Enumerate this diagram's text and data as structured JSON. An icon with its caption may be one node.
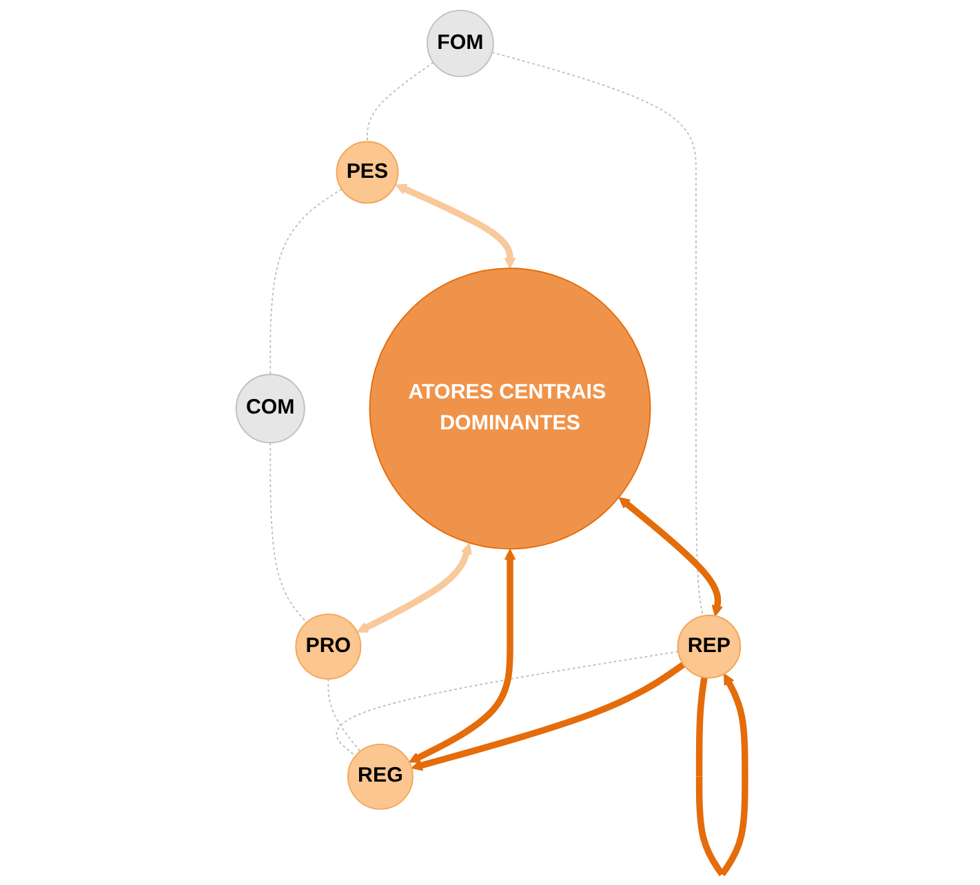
{
  "diagram": {
    "nodes": [
      {
        "text": [
          "FOM"
        ]
      },
      {
        "text": [
          "PES"
        ]
      },
      {
        "text": [
          "REP"
        ]
      },
      {
        "text": [
          "ATORES CENTRAIS DOMINANTES"
        ]
      },
      {
        "text": [
          "COM"
        ]
      },
      {
        "text": [
          "REG"
        ]
      },
      {
        "text": [
          "PRO"
        ]
      }
    ],
    "edges": [
      {
        "from": 0,
        "to": 1,
        "arrow": "none",
        "style": "dashed",
        "color": "#bfbfbf"
      },
      {
        "from": 0,
        "to": 2,
        "arrow": "none",
        "style": "dashed",
        "color": "#bfbfbf"
      },
      {
        "from": 1,
        "to": 4,
        "arrow": "none",
        "style": "dashed",
        "color": "#bfbfbf"
      },
      {
        "from": 2,
        "to": 5,
        "arrow": "none",
        "style": "dashed",
        "color": "#bfbfbf"
      },
      {
        "from": 4,
        "to": 6,
        "arrow": "none",
        "style": "dashed",
        "color": "#bfbfbf"
      },
      {
        "from": 6,
        "to": 5,
        "arrow": "none",
        "style": "dashed",
        "color": "#bfbfbf"
      },
      {
        "from": 1,
        "to": 3,
        "arrow": "both",
        "style": "thick",
        "color": "#f9c89b"
      },
      {
        "from": 3,
        "to": 2,
        "arrow": "both",
        "style": "thick",
        "color": "#e46c0a"
      },
      {
        "from": 3,
        "to": 5,
        "arrow": "both",
        "style": "thick",
        "color": "#e46c0a"
      },
      {
        "from": 3,
        "to": 6,
        "arrow": "both",
        "style": "thick",
        "color": "#f9c89b"
      },
      {
        "from": 2,
        "to": 2,
        "arrow": "to",
        "style": "thick",
        "color": "#e46c0a"
      },
      {
        "from": 2,
        "to": 5,
        "arrow": "to",
        "style": "thick",
        "color": "#e46c0a"
      }
    ]
  }
}
